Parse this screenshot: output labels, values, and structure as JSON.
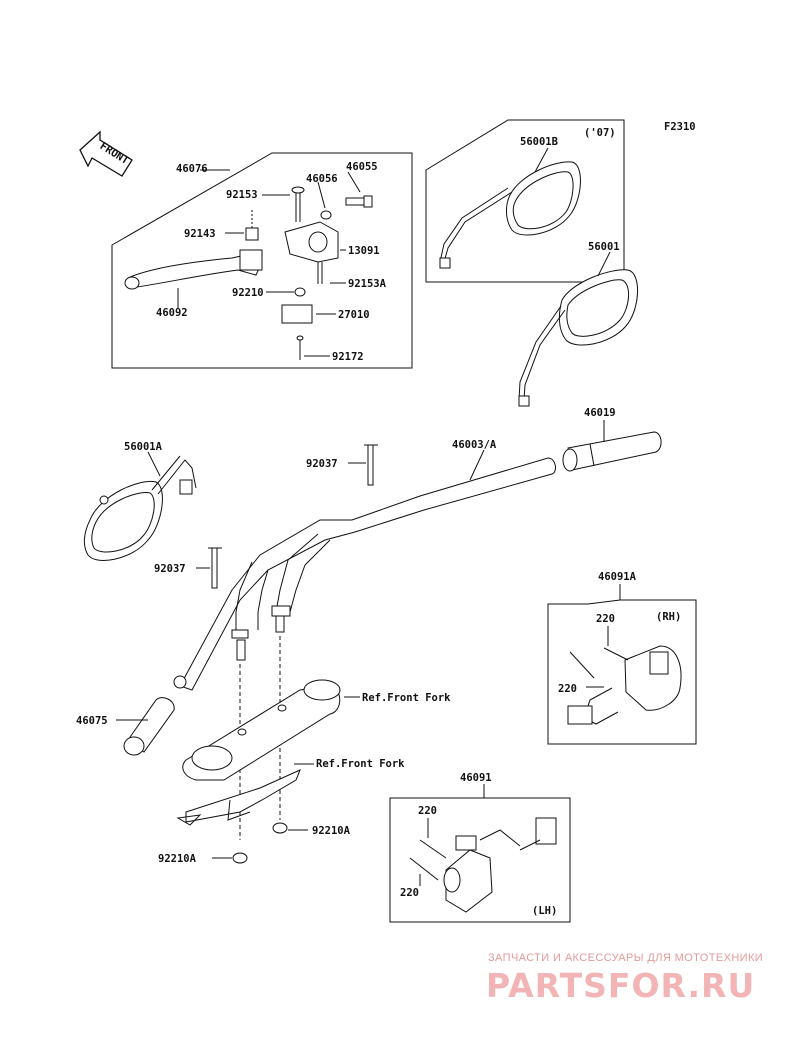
{
  "figure_code": "F2310",
  "front_label": "FRONT",
  "variant_note": "('07)",
  "side_rh": "(RH)",
  "side_lh": "(LH)",
  "parts": {
    "p46076": "46076",
    "p46055": "46055",
    "p92153": "92153",
    "p46056": "46056",
    "p92143": "92143",
    "p13091": "13091",
    "p92210": "92210",
    "p92153A": "92153A",
    "p46092": "46092",
    "p27010": "27010",
    "p92172": "92172",
    "p56001B": "56001B",
    "p56001": "56001",
    "p46019": "46019",
    "p56001A": "56001A",
    "p92037_top": "92037",
    "p46003A": "46003/A",
    "p92037_bot": "92037",
    "p46091A": "46091A",
    "p220_rh1": "220",
    "p220_rh2": "220",
    "p46075": "46075",
    "ref_fork_1": "Ref.Front Fork",
    "ref_fork_2": "Ref.Front Fork",
    "p46091": "46091",
    "p220_lh1": "220",
    "p220_lh2": "220",
    "p92210A_r": "92210A",
    "p92210A_l": "92210A"
  },
  "watermark": {
    "tagline": "ЗАПЧАСТИ И АКСЕССУАРЫ ДЛЯ МОТОТЕХНИКИ",
    "logo": "PARTSFOR.RU"
  },
  "colors": {
    "line": "#111111",
    "watermark": "#f2b4b4"
  }
}
